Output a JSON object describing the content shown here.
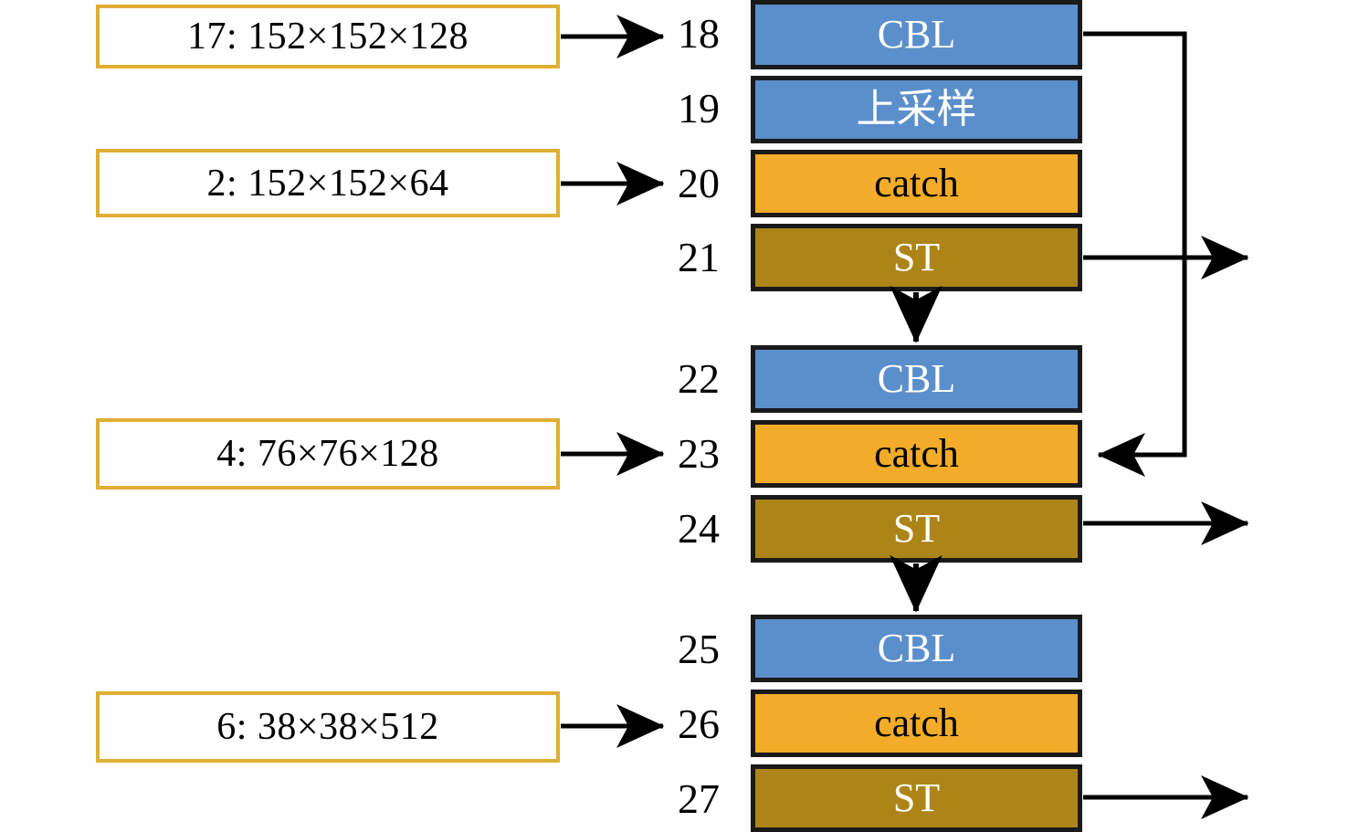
{
  "diagram": {
    "title": "Neural network layer block diagram (layers 18-27)",
    "colors": {
      "blue": "#5B8FCB",
      "amber": "#F2AC29",
      "olive": "#AD8418",
      "gold_border": "#E0AE33",
      "outline": "#1A1A1A",
      "background": "#FFFFFF",
      "arrow": "#000000"
    },
    "dim_boxes": [
      {
        "id": "dim-17",
        "text": "17: 152×152×128",
        "target_index": "18"
      },
      {
        "id": "dim-2",
        "text": "2: 152×152×64",
        "target_index": "20"
      },
      {
        "id": "dim-4",
        "text": "4: 76×76×128",
        "target_index": "23"
      },
      {
        "id": "dim-6",
        "text": "6: 38×38×512",
        "target_index": "26"
      }
    ],
    "groups": [
      {
        "id": "group-1",
        "layers": [
          {
            "index": "18",
            "label": "CBL",
            "color": "blue"
          },
          {
            "index": "19",
            "label": "上采样",
            "color": "blue"
          },
          {
            "index": "20",
            "label": "catch",
            "color": "amber"
          },
          {
            "index": "21",
            "label": "ST",
            "color": "olive"
          }
        ]
      },
      {
        "id": "group-2",
        "layers": [
          {
            "index": "22",
            "label": "CBL",
            "color": "blue"
          },
          {
            "index": "23",
            "label": "catch",
            "color": "amber"
          },
          {
            "index": "24",
            "label": "ST",
            "color": "olive"
          }
        ]
      },
      {
        "id": "group-3",
        "layers": [
          {
            "index": "25",
            "label": "CBL",
            "color": "blue"
          },
          {
            "index": "26",
            "label": "catch",
            "color": "amber"
          },
          {
            "index": "27",
            "label": "ST",
            "color": "olive"
          }
        ]
      }
    ],
    "connectors": [
      {
        "id": "dim17-to-18",
        "kind": "arrow-right",
        "from": "dim-17",
        "to": "18"
      },
      {
        "id": "dim2-to-20",
        "kind": "arrow-right",
        "from": "dim-2",
        "to": "20"
      },
      {
        "id": "dim4-to-23",
        "kind": "arrow-right",
        "from": "dim-4",
        "to": "23"
      },
      {
        "id": "dim6-to-26",
        "kind": "arrow-right",
        "from": "dim-6",
        "to": "26"
      },
      {
        "id": "cbl18-to-catch23",
        "kind": "elbow-skip",
        "from": "18",
        "to": "23"
      },
      {
        "id": "st21-to-cbl22",
        "kind": "arrow-down",
        "from": "21",
        "to": "22"
      },
      {
        "id": "st24-to-cbl25",
        "kind": "arrow-down",
        "from": "24",
        "to": "25"
      },
      {
        "id": "st21-out",
        "kind": "arrow-out-right",
        "from": "21"
      },
      {
        "id": "st24-out",
        "kind": "arrow-out-right",
        "from": "24"
      },
      {
        "id": "st27-out",
        "kind": "arrow-out-right",
        "from": "27"
      }
    ]
  }
}
